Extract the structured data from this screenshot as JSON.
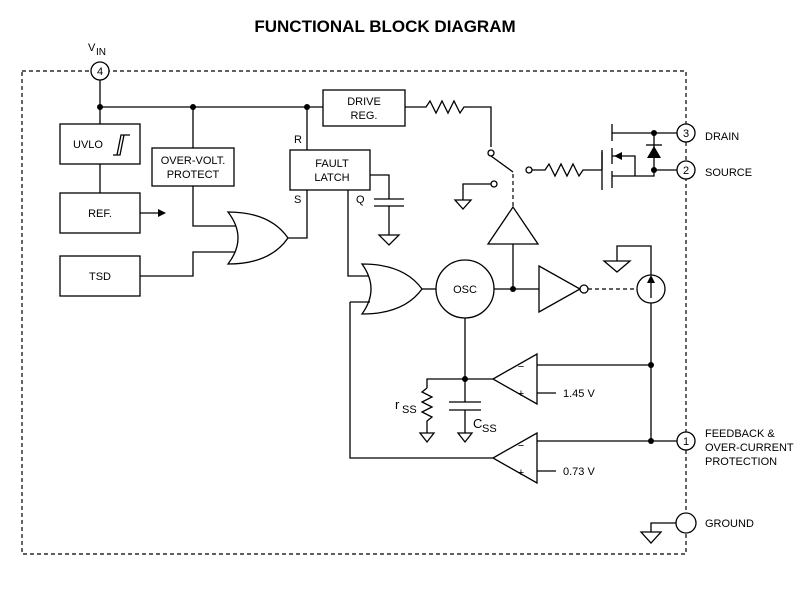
{
  "title": "FUNCTIONAL BLOCK DIAGRAM",
  "pins": {
    "vin": {
      "number": "4",
      "name": "V",
      "subscript": "IN"
    },
    "drain": {
      "number": "3",
      "name": "DRAIN"
    },
    "source": {
      "number": "2",
      "name": "SOURCE"
    },
    "feedback": {
      "number": "1",
      "line1": "FEEDBACK &",
      "line2": "OVER-CURRENT",
      "line3": "PROTECTION"
    },
    "ground": {
      "name": "GROUND"
    }
  },
  "blocks": {
    "uvlo": "UVLO",
    "ref": "REF.",
    "tsd": "TSD",
    "ovp_line1": "OVER-VOLT.",
    "ovp_line2": "PROTECT",
    "drive_line1": "DRIVE",
    "drive_line2": "REG.",
    "latch_line1": "FAULT",
    "latch_line2": "LATCH",
    "latch_r": "R",
    "latch_s": "S",
    "latch_q": "Q",
    "osc": "OSC"
  },
  "components": {
    "rss_main": "r",
    "rss_sub": "SS",
    "css_main": "C",
    "css_sub": "SS",
    "vref_high": "1.45 V",
    "vref_low": "0.73 V",
    "minus": "−",
    "plus": "+"
  }
}
